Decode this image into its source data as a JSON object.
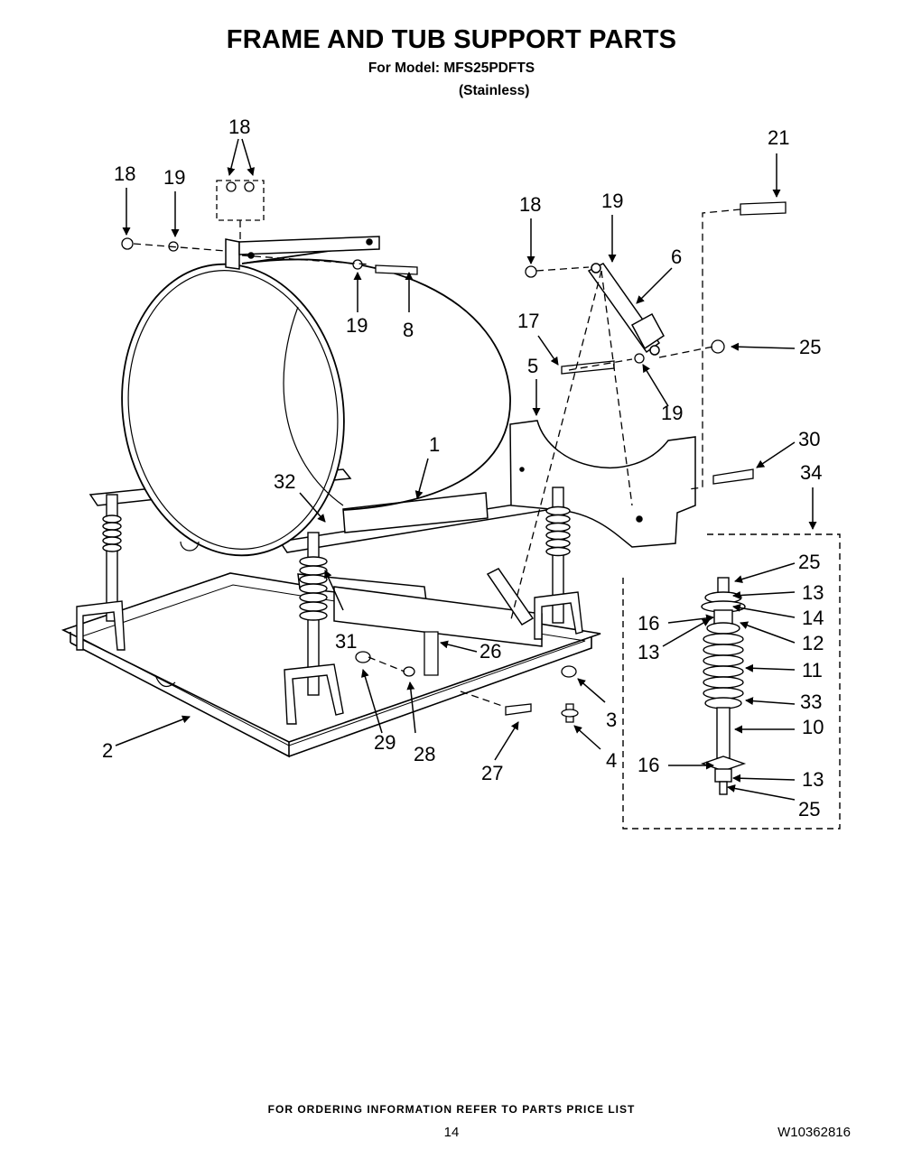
{
  "header": {
    "title": "FRAME AND TUB SUPPORT PARTS",
    "model_line": "For Model: MFS25PDFTS",
    "finish": "(Stainless)"
  },
  "callouts": [
    "18",
    "18",
    "19",
    "19",
    "8",
    "18",
    "19",
    "6",
    "21",
    "17",
    "25",
    "5",
    "19",
    "1",
    "30",
    "32",
    "34",
    "25",
    "13",
    "16",
    "14",
    "13",
    "12",
    "11",
    "31",
    "26",
    "3",
    "33",
    "10",
    "2",
    "29",
    "28",
    "4",
    "16",
    "13",
    "27",
    "25"
  ],
  "footer": {
    "ordering_note": "FOR ORDERING INFORMATION REFER TO PARTS PRICE LIST",
    "page_number": "14",
    "document_number": "W10362816"
  }
}
